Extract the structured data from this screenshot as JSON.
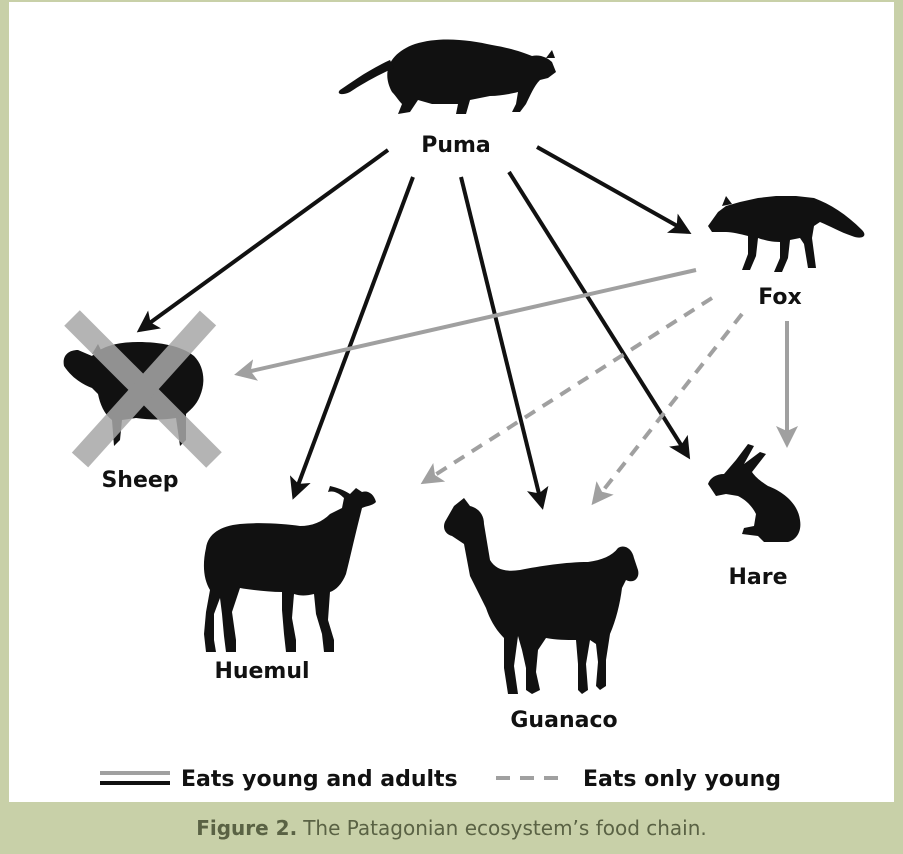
{
  "nodes": {
    "puma": "Puma",
    "fox": "Fox",
    "sheep": "Sheep",
    "huemul": "Huemul",
    "guanaco": "Guanaco",
    "hare": "Hare"
  },
  "legend": {
    "solid": "Eats young and adults",
    "dashed": "Eats only young"
  },
  "caption": {
    "label": "Figure 2.",
    "text": "The Patagonian ecosystem’s food chain."
  },
  "colors": {
    "predator_arrow": "#111111",
    "fox_arrow": "#a0a0a0",
    "cross": "#a8a8a8",
    "caption_bg": "#c8d0a8",
    "caption_text": "#5a6244"
  },
  "relations": [
    {
      "from": "Puma",
      "to": "Sheep",
      "type": "eats young and adults"
    },
    {
      "from": "Puma",
      "to": "Huemul",
      "type": "eats young and adults"
    },
    {
      "from": "Puma",
      "to": "Guanaco",
      "type": "eats young and adults"
    },
    {
      "from": "Puma",
      "to": "Hare",
      "type": "eats young and adults"
    },
    {
      "from": "Puma",
      "to": "Fox",
      "type": "eats young and adults"
    },
    {
      "from": "Fox",
      "to": "Sheep",
      "type": "eats young and adults"
    },
    {
      "from": "Fox",
      "to": "Hare",
      "type": "eats young and adults"
    },
    {
      "from": "Fox",
      "to": "Huemul",
      "type": "eats only young"
    },
    {
      "from": "Fox",
      "to": "Guanaco",
      "type": "eats only young"
    }
  ],
  "icons": [
    "puma-icon",
    "fox-icon",
    "sheep-icon",
    "cross-icon",
    "huemul-icon",
    "guanaco-icon",
    "hare-icon"
  ]
}
